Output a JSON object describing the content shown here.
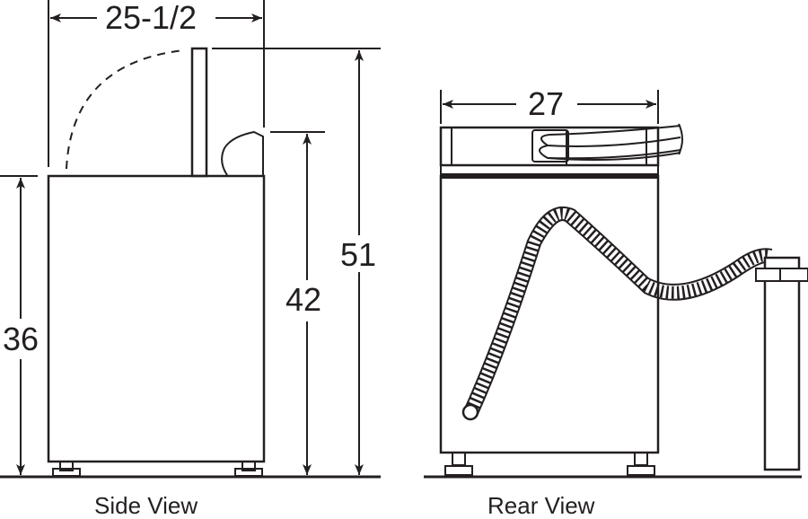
{
  "diagram": {
    "type": "dimension-drawing",
    "subject": "washer dimensions",
    "stroke_color": "#231f20",
    "background_color": "#ffffff"
  },
  "side_view": {
    "caption": "Side View",
    "dimensions": {
      "width": "25-1/2",
      "cabinet_height": "36",
      "console_height": "42",
      "lid_open_height": "51"
    }
  },
  "rear_view": {
    "caption": "Rear View",
    "dimensions": {
      "width": "27"
    }
  }
}
